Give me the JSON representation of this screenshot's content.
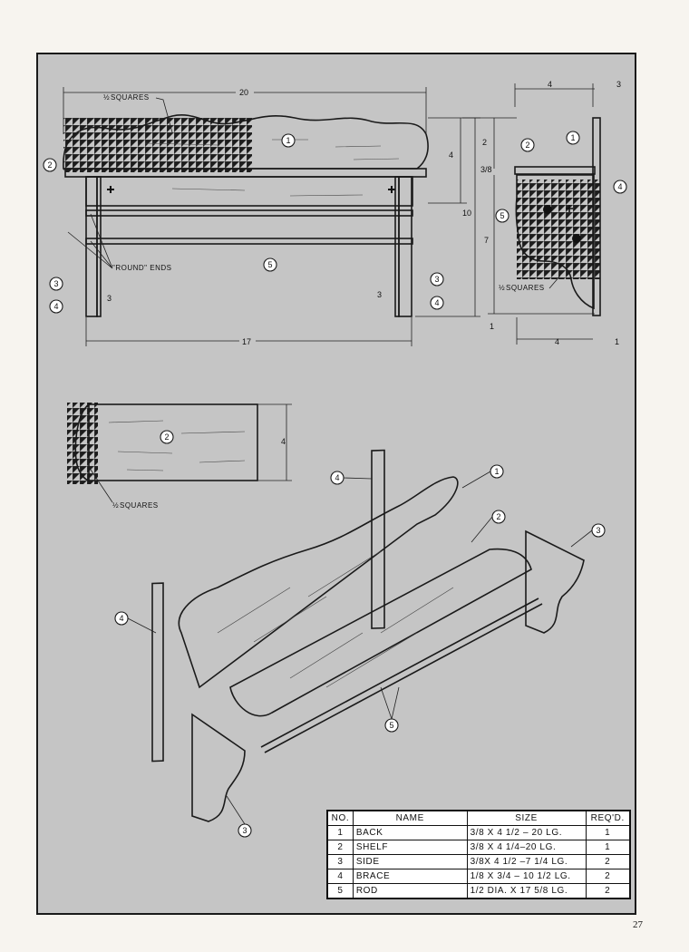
{
  "drawing": {
    "front_view": {
      "overall_width": "20",
      "grid_note": "SQUARES",
      "round_ends_note": "\"ROUND\" ENDS",
      "side_spacing": "17",
      "height_a": "4",
      "height_b": "10",
      "brace_w_left": "3",
      "brace_w_right": "3"
    },
    "side_view": {
      "top_width": "4",
      "thickness": "3",
      "upper_dim": "2",
      "gap_dim": "3/8",
      "height_dim": "7",
      "bottom_dim": "1",
      "base_width": "4",
      "brace_dim": "1",
      "grid_note": "SQUARES"
    },
    "shelf_view": {
      "width_dim": "4",
      "grid_note": "SQUARES"
    },
    "callouts": [
      "1",
      "2",
      "3",
      "4",
      "5"
    ]
  },
  "parts_table": {
    "headers": {
      "no": "NO.",
      "name": "NAME",
      "size": "SIZE",
      "req": "REQ'D."
    },
    "rows": [
      {
        "no": "1",
        "name": "BACK",
        "size": "3/8 X 4 1/2 – 20 LG.",
        "req": "1"
      },
      {
        "no": "2",
        "name": "SHELF",
        "size": "3/8 X 4 1/4–20 LG.",
        "req": "1"
      },
      {
        "no": "3",
        "name": "SIDE",
        "size": "3/8X 4 1/2 –7 1/4 LG.",
        "req": "2"
      },
      {
        "no": "4",
        "name": "BRACE",
        "size": "1/8 X 3/4 – 10 1/2 LG.",
        "req": "2"
      },
      {
        "no": "5",
        "name": "ROD",
        "size": "1/2 DIA. X 17 5/8 LG.",
        "req": "2"
      }
    ]
  },
  "page_number": "27"
}
